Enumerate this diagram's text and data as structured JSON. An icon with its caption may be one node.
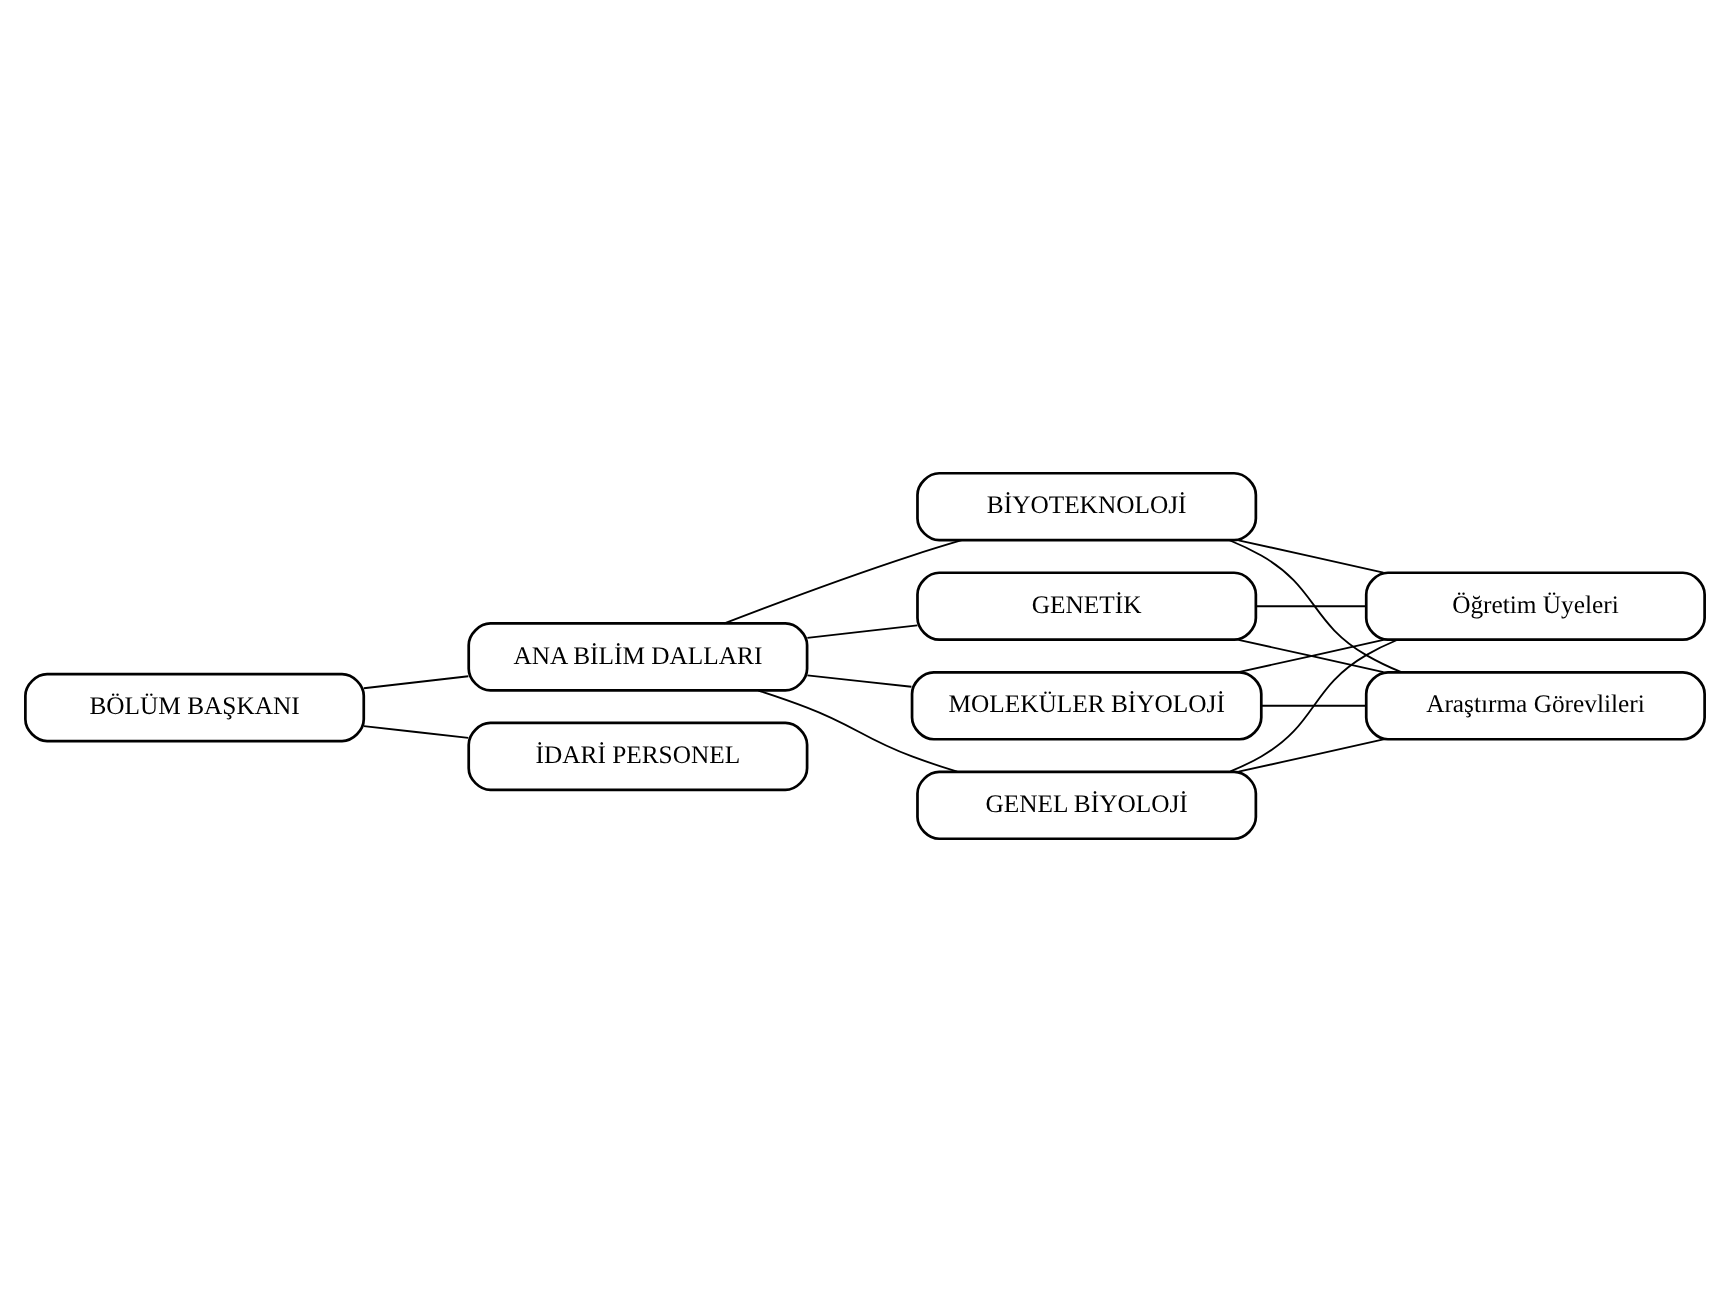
{
  "diagram": {
    "nodes": [
      {
        "text": [
          "BÖLÜM BAŞKANI"
        ]
      },
      {
        "text": [
          "ANA BİLİM DALLARI"
        ]
      },
      {
        "text": [
          "İDARİ PERSONEL"
        ]
      },
      {
        "text": [
          "MOLEKÜLER BİYOLOJİ"
        ]
      },
      {
        "text": [
          "GENEL BİYOLOJİ"
        ]
      },
      {
        "text": [
          "BİYOTEKNOLOJİ"
        ]
      },
      {
        "text": [
          "GENETİK"
        ]
      },
      {
        "text": [
          "Öğretim Üyeleri"
        ]
      },
      {
        "text": [
          "Araştırma Görevlileri"
        ]
      }
    ],
    "edges": [
      {
        "from": 0,
        "to": 1,
        "arrow": "none"
      },
      {
        "from": 0,
        "to": 2,
        "arrow": "none"
      },
      {
        "from": 1,
        "to": 3,
        "arrow": "none"
      },
      {
        "from": 1,
        "to": 4,
        "arrow": "none"
      },
      {
        "from": 1,
        "to": 5,
        "arrow": "none"
      },
      {
        "from": 1,
        "to": 6,
        "arrow": "none"
      },
      {
        "from": 3,
        "to": 7,
        "arrow": "none"
      },
      {
        "from": 3,
        "to": 8,
        "arrow": "none"
      },
      {
        "from": 4,
        "to": 7,
        "arrow": "none"
      },
      {
        "from": 4,
        "to": 8,
        "arrow": "none"
      },
      {
        "from": 5,
        "to": 7,
        "arrow": "none"
      },
      {
        "from": 5,
        "to": 8,
        "arrow": "none"
      },
      {
        "from": 6,
        "to": 7,
        "arrow": "none"
      },
      {
        "from": 6,
        "to": 8,
        "arrow": "none"
      }
    ]
  }
}
